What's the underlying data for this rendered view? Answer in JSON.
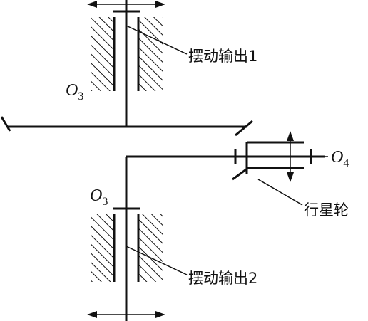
{
  "labels": {
    "swing_output_1": "摆动输出1",
    "swing_output_2": "摆动输出2",
    "planet_gear": "行星轮",
    "o3_top": {
      "main": "O",
      "sub": "3"
    },
    "o3_bottom": {
      "main": "O",
      "sub": "3"
    },
    "o4": {
      "main": "O",
      "sub": "4"
    }
  }
}
